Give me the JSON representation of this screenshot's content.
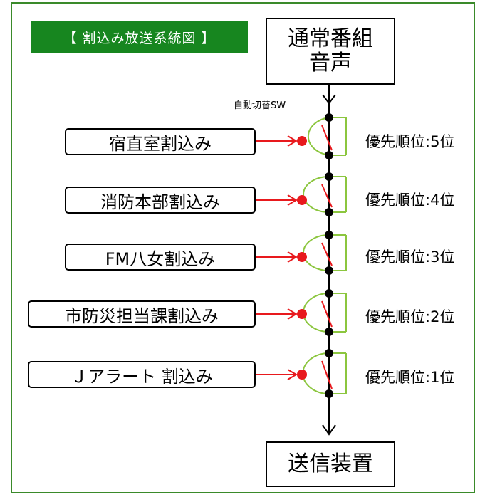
{
  "title": "【 割込み放送系統図 】",
  "source_box": {
    "line1": "通常番組",
    "line2": "音声"
  },
  "switch_label": "自動切替SW",
  "interrupts": [
    {
      "label": "宿直室割込み",
      "priority": "優先順位:5位"
    },
    {
      "label": "消防本部割込み",
      "priority": "優先順位:4位"
    },
    {
      "label": "FM八女割込み",
      "priority": "優先順位:3位"
    },
    {
      "label": "市防災担当課割込み",
      "priority": "優先順位:2位"
    },
    {
      "label": "Ｊアラート 割込み",
      "priority": "優先順位:1位"
    }
  ],
  "output_box": "送信装置",
  "colors": {
    "frame": "#3a8a2a",
    "title_bg": "#17861f",
    "switch": "#8cc63f",
    "signal": "#e8191d"
  }
}
